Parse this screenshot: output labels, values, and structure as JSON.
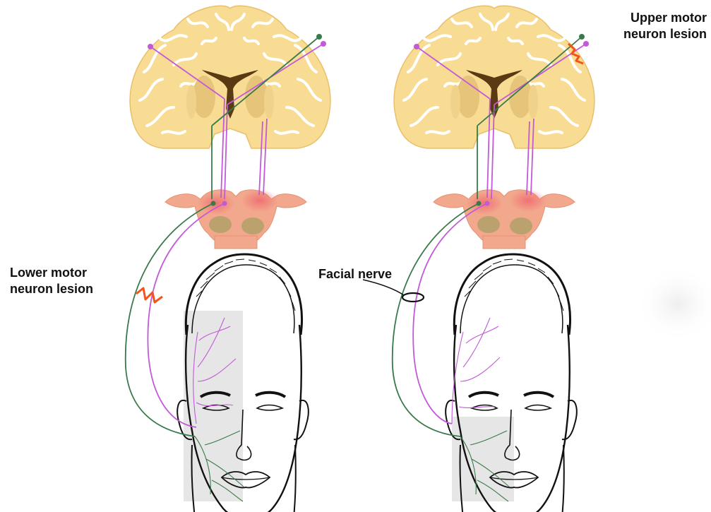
{
  "labels": {
    "upper_motor_line1": "Upper motor",
    "upper_motor_line2": "neuron lesion",
    "lower_motor_line1": "Lower motor",
    "lower_motor_line2": "neuron lesion",
    "facial_nerve": "Facial nerve"
  },
  "colors": {
    "brain": "#f8dc93",
    "brain_outline": "#e8c06a",
    "sulcus": "#ffffff",
    "ventricle": "#5a3a12",
    "basal_ganglia": "#e6c57a",
    "spinal_cord": "#f2a88c",
    "spinal_highlight": "#f06f74",
    "gray_matter": "#b0a069",
    "pathway_purple": "#c25ad7",
    "pathway_green": "#3a7a4a",
    "lesion": "#f2541b",
    "face_shade": "#e6e6e6",
    "ink": "#111111"
  }
}
